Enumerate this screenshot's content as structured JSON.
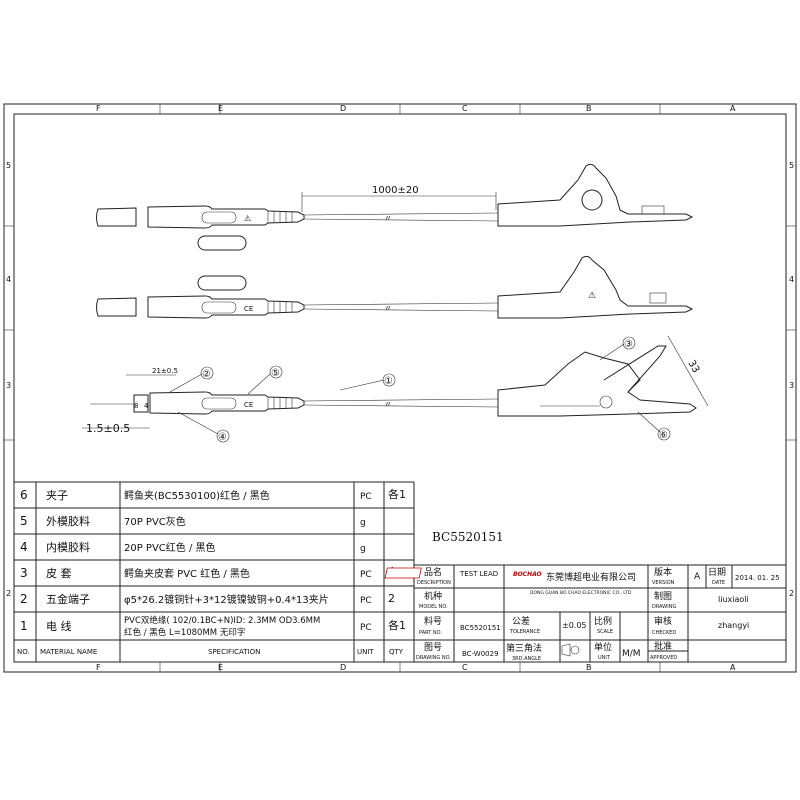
{
  "frame": {
    "col_labels": [
      "F",
      "E",
      "D",
      "C",
      "B",
      "A"
    ],
    "row_labels": [
      "5",
      "4",
      "3",
      "2"
    ]
  },
  "drawing": {
    "length_dim": "1000±20",
    "break_symbol": "〃",
    "small_dim_top": "21±0.5",
    "dim_8": "8",
    "dim_4": "4",
    "pin_dim": "1.5±0.5",
    "jaw_dim": "33",
    "callouts": [
      "①",
      "②",
      "③",
      "④",
      "⑤",
      "⑥"
    ],
    "warning_mark": "⚠",
    "ce_mark": "CE"
  },
  "bom": {
    "header": {
      "no": "NO.",
      "material": "MATERIAL NAME",
      "spec": "SPECIFICATION",
      "unit": "UNIT",
      "qty": "QTY"
    },
    "rows": [
      {
        "no": "6",
        "name": "夹子",
        "spec": "鳄鱼夹(BC5530100)红色 / 黑色",
        "unit": "PC",
        "qty": "1"
      },
      {
        "no": "5",
        "name": "外模胶料",
        "spec": "70P PVC灰色",
        "unit": "g",
        "qty": ""
      },
      {
        "no": "4",
        "name": "内模胶料",
        "spec": "20P PVC红色 / 黑色",
        "unit": "g",
        "qty": ""
      },
      {
        "no": "3",
        "name": "皮 套",
        "spec": "鳄鱼夹皮套 PVC 红色 / 黑色",
        "unit": "PC",
        "qty": "1"
      },
      {
        "no": "2",
        "name": "五金端子",
        "spec": "φ5*26.2镀铜针+3*12镀镍铍铜+0.4*13夹片",
        "unit": "PC",
        "qty": "2"
      },
      {
        "no": "1",
        "name": "电 线",
        "spec": "PVC双绝缘( 102/0.1BC+N)ID: 2.3MM OD3.6MM",
        "spec2": "红色 / 黑色 L=1080MM 无印字",
        "unit": "PC",
        "qty": "1"
      }
    ],
    "qty_prefix": "各"
  },
  "title_block": {
    "part_code": "BC5520151",
    "name_cn": "品名",
    "name_en": "DESCRIPTION",
    "name_val": "TEST LEAD",
    "model_cn": "机种",
    "model_en": "MODEL NO.",
    "part_cn": "料号",
    "part_en": "PART NO.",
    "part_val": "BC5520151",
    "drawing_cn": "图号",
    "drawing_en": "DRAWING NO.",
    "drawing_val": "BC-W0029",
    "logo": "BOCHAO",
    "company_cn": "东莞博超电业有限公司",
    "company_en": "DONG GUAN BO CHAO ELECTRONIC CO., LTD",
    "tolerance_cn": "公差",
    "tolerance_en": "TOLERANCE",
    "tolerance_val": "±0.05",
    "scale_cn": "比例",
    "scale_en": "SCALE",
    "angle_cn": "第三角法",
    "angle_en": "3RD.ANGLE",
    "unit_cn": "单位",
    "unit_en": "UNIT",
    "unit_val": "M/M",
    "version_cn": "版本",
    "version_en": "VERSION",
    "version_val": "A",
    "date_cn": "日期",
    "date_en": "DATE",
    "date_val": "2014. 01. 25",
    "drawn_cn": "制图",
    "drawn_en": "DRAWING",
    "drawn_val": "liuxiaoli",
    "checked_cn": "审核",
    "checked_en": "CHECKED",
    "checked_val": "zhangyi",
    "approved_cn": "批准",
    "approved_en": "APPROVED"
  }
}
